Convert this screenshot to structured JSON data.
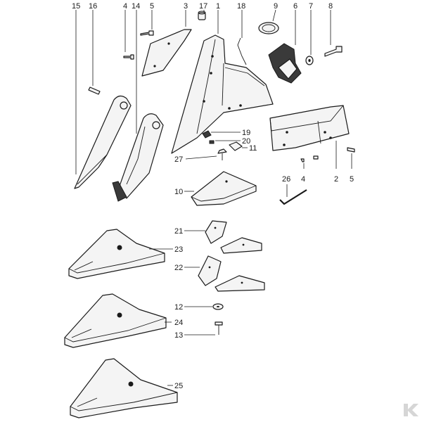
{
  "diagram": {
    "callouts": {
      "c1": "1",
      "c2": "2",
      "c3": "3",
      "c4a": "4",
      "c4b": "4",
      "c5a": "5",
      "c5b": "5",
      "c6": "6",
      "c7": "7",
      "c8": "8",
      "c9": "9",
      "c10": "10",
      "c11": "11",
      "c12": "12",
      "c13": "13",
      "c14": "14",
      "c15": "15",
      "c16": "16",
      "c17": "17",
      "c18": "18",
      "c19": "19",
      "c20": "20",
      "c21": "21",
      "c22": "22",
      "c23": "23",
      "c24": "24",
      "c25": "25",
      "c26": "26",
      "c27": "27"
    },
    "watermark": "K",
    "colors": {
      "line": "#1a1a1a",
      "fill": "#f4f4f4",
      "watermark": "#d6d6d6"
    }
  }
}
